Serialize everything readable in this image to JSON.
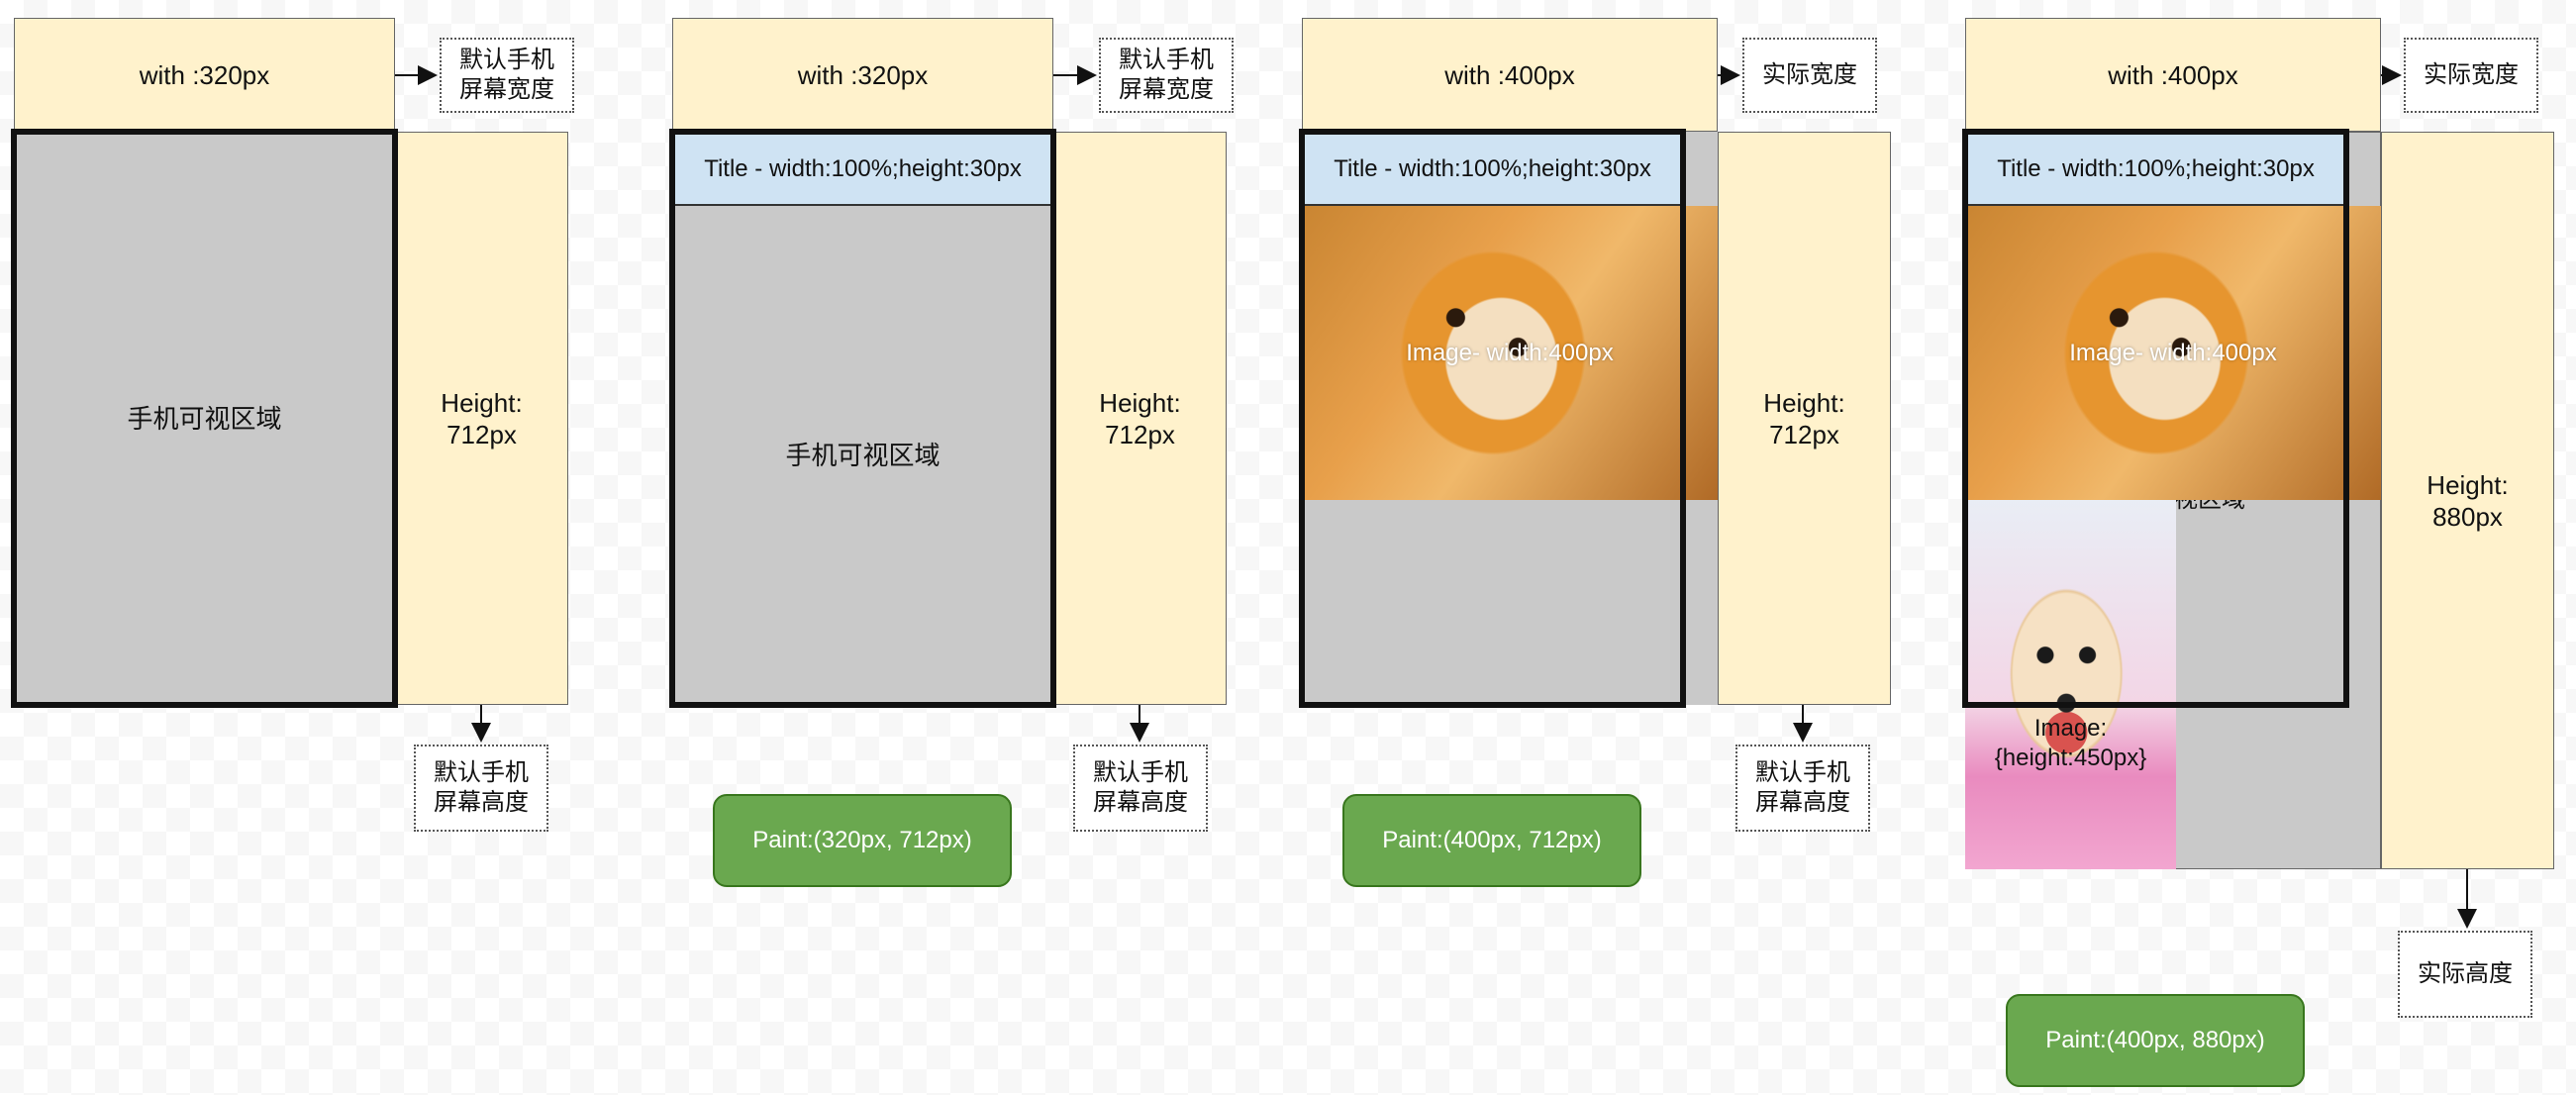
{
  "diagram1": {
    "width_label": "with :320px",
    "viewport_label": "手机可视区域",
    "height_label": [
      "Height:",
      "712px"
    ],
    "note_width": [
      "默认手机",
      "屏幕宽度"
    ],
    "note_height": [
      "默认手机",
      "屏幕高度"
    ]
  },
  "diagram2": {
    "width_label": "with :320px",
    "title_label": "Title - width:100%;height:30px",
    "viewport_label": "手机可视区域",
    "height_label": [
      "Height:",
      "712px"
    ],
    "note_width": [
      "默认手机",
      "屏幕宽度"
    ],
    "note_height": [
      "默认手机",
      "屏幕高度"
    ],
    "paint_label": "Paint:(320px, 712px)"
  },
  "diagram3": {
    "width_label": "with :400px",
    "title_label": "Title - width:100%;height:30px",
    "image_label": "Image- width:400px",
    "height_label": [
      "Height:",
      "712px"
    ],
    "note_width": "实际宽度",
    "note_height": [
      "默认手机",
      "屏幕高度"
    ],
    "paint_label": "Paint:(400px, 712px)"
  },
  "diagram4": {
    "width_label": "with :400px",
    "title_label": "Title - width:100%;height:30px",
    "image_label": "Image- width:400px",
    "partial_viewport_label": "视区域",
    "dog_image_label": [
      "Image:",
      "{height:450px}"
    ],
    "height_label": [
      "Height:",
      "880px"
    ],
    "note_width": "实际宽度",
    "note_height": "实际高度",
    "paint_label": "Paint:(400px, 880px)"
  }
}
